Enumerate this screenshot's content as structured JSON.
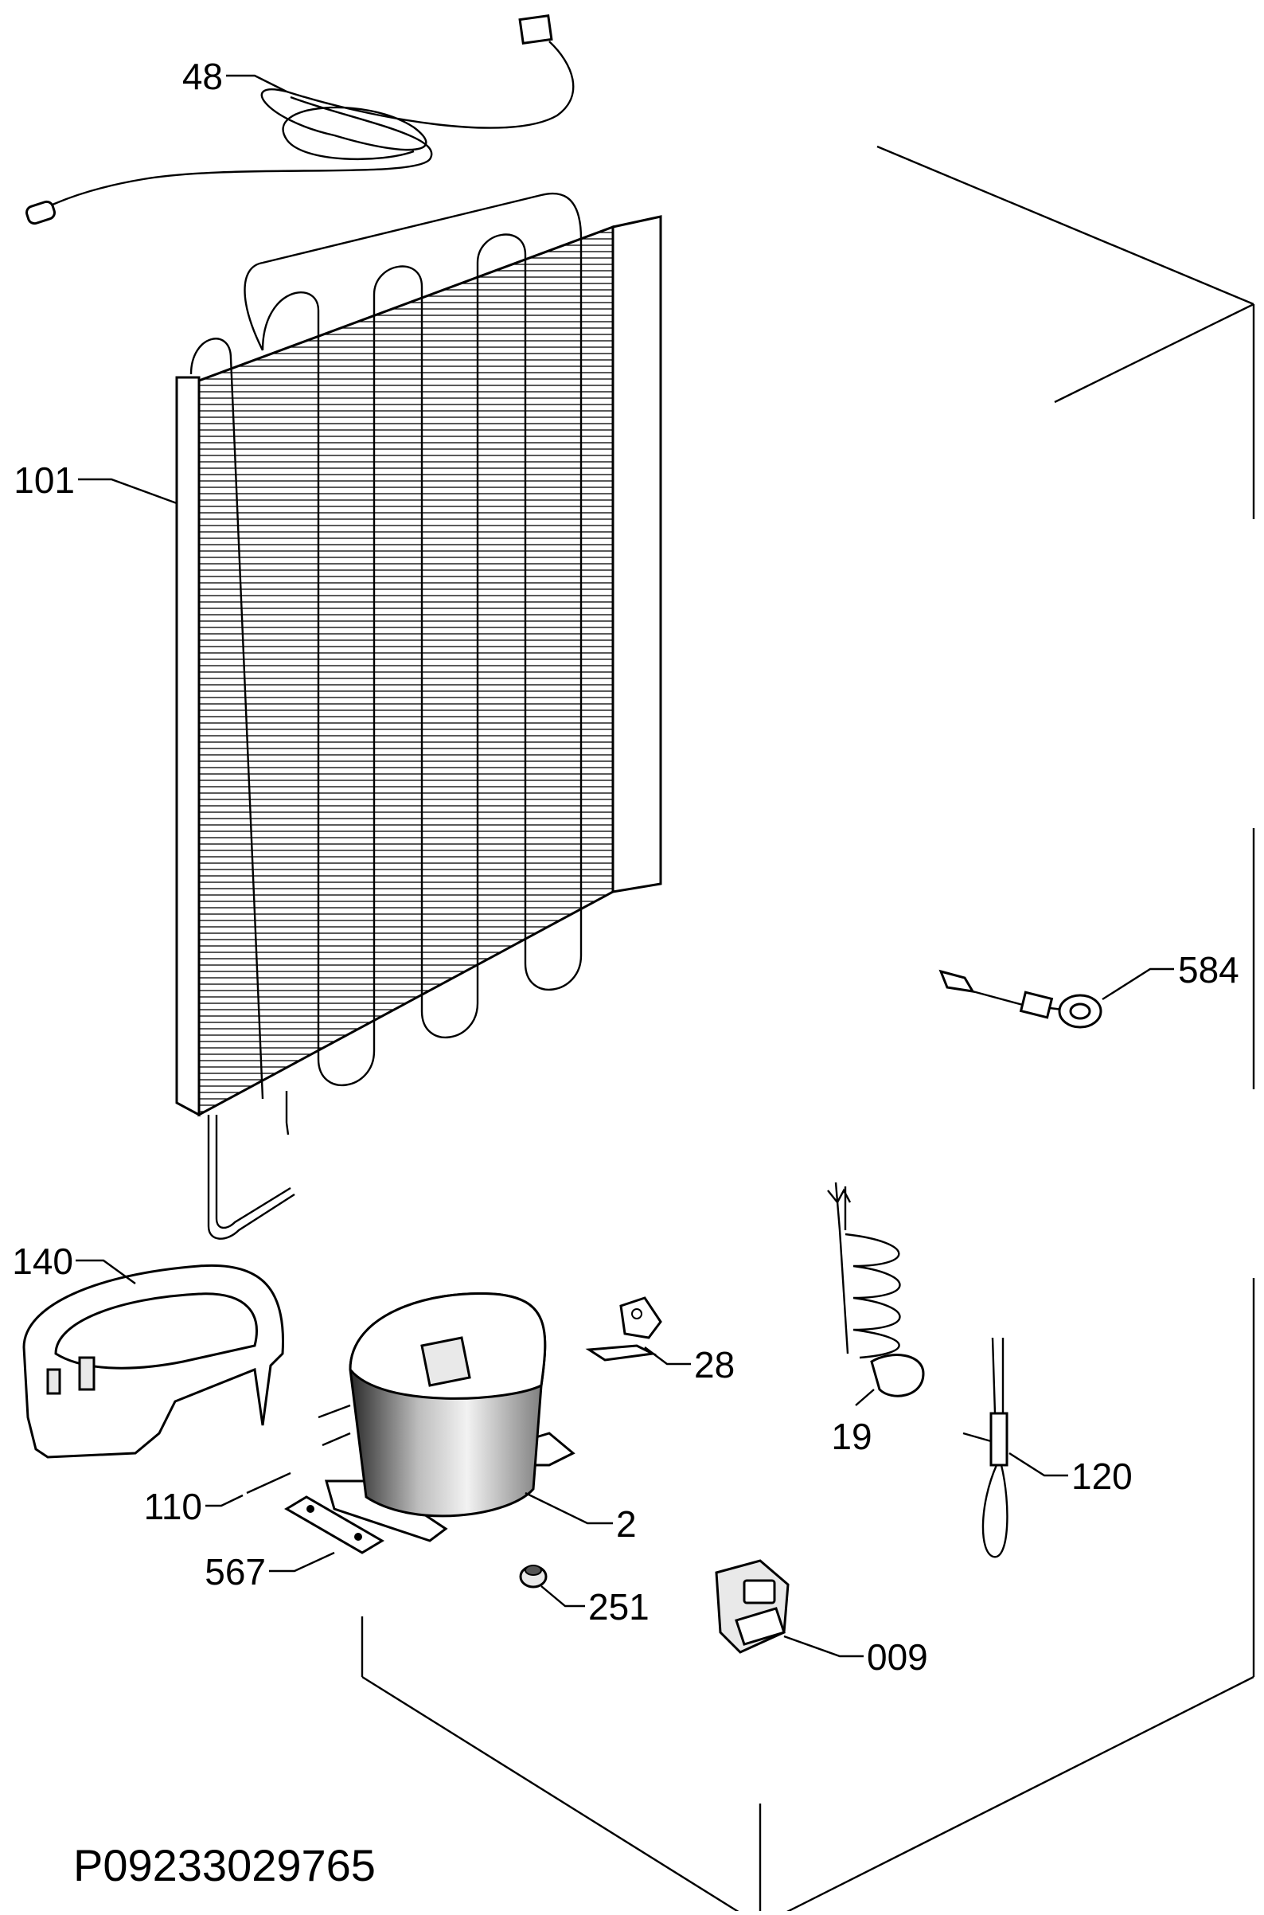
{
  "drawing_code": "P09233029765",
  "callouts": {
    "c48": "48",
    "c101": "101",
    "c584": "584",
    "c140": "140",
    "c28": "28",
    "c19": "19",
    "c120": "120",
    "c110": "110",
    "c2": "2",
    "c567": "567",
    "c251": "251",
    "c009": "009"
  }
}
